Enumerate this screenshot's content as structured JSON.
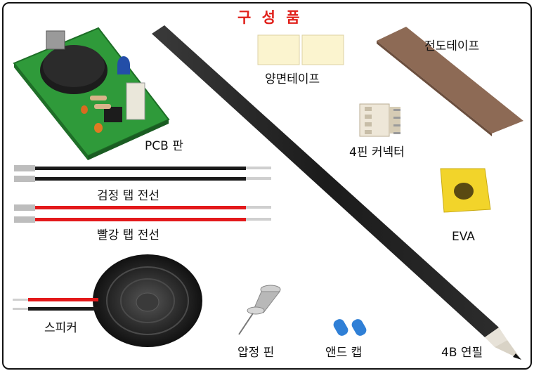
{
  "title": "구 성 품",
  "parts": {
    "pcb": "PCB 판",
    "pencil": "4B 연필",
    "double_tape": "양면테이프",
    "conductive_tape": "전도테이프",
    "connector": "4핀 커넥터",
    "eva": "EVA",
    "black_wire": "검정 탭 전선",
    "red_wire": "빨강 탭 전선",
    "speaker": "스피커",
    "pushpin": "압정 핀",
    "end_cap": "앤드 캡"
  },
  "colors": {
    "title": "#e0201a",
    "pcb_green": "#2f9a3a",
    "eva_yellow": "#f2d42a",
    "tape_brown": "#8d6a55",
    "double_tape": "#fbf4cf",
    "wire_red": "#e3191b",
    "wire_black": "#1a1a1a",
    "cap_blue": "#2f7fd6"
  }
}
